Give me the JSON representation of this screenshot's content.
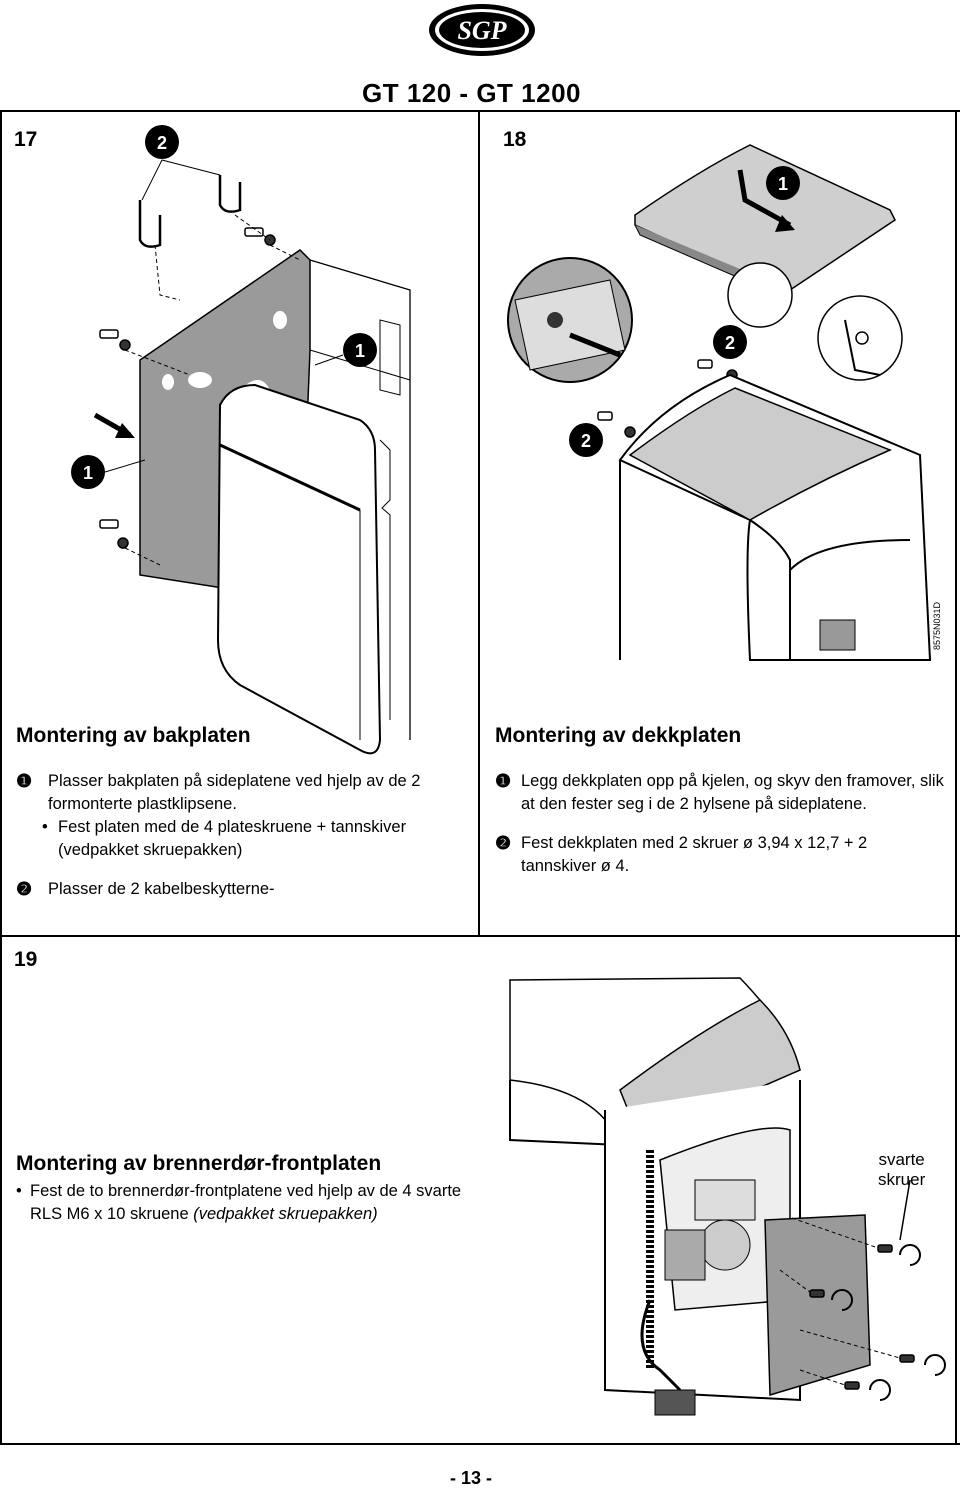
{
  "header": {
    "logo_text": "SGP",
    "title": "GT 120 - GT 1200"
  },
  "step17": {
    "number": "17",
    "heading": "Montering av bakplaten",
    "item1_marker": "❶",
    "item1_text": "Plasser bakplaten på sideplatene ved hjelp av de 2 formonterte plastklipsene.",
    "sub_bullet": "•",
    "sub_text": "Fest platen med de 4 plateskruene + tannskiver (vedpakket skruepakken)",
    "item2_marker": "❷",
    "item2_text": "Plasser de 2 kabelbeskytterne-",
    "callouts": [
      "2",
      "1",
      "1"
    ]
  },
  "step18": {
    "number": "18",
    "heading": "Montering av dekkplaten",
    "item1_marker": "❶",
    "item1_text": "Legg dekkplaten opp på kjelen, og skyv den framover, slik at den fester seg i de 2 hylsene på sideplatene.",
    "item2_marker": "❷",
    "item2_text": "Fest dekkplaten med 2 skruer ø 3,94 x 12,7 + 2 tannskiver ø 4.",
    "callouts": [
      "1",
      "2",
      "2"
    ],
    "ref_code": "8575N031D"
  },
  "step19": {
    "number": "19",
    "heading": "Montering av brennerdør-frontplaten",
    "bullet": "•",
    "text_plain": "Fest de to brennerdør-frontplatene ved hjelp av de 4 svarte RLS M6 x 10 skruene",
    "text_italic": "(vedpakket skruepakken)",
    "callout_line1": "svarte",
    "callout_line2": "skruer"
  },
  "footer": {
    "page": "- 13 -"
  }
}
